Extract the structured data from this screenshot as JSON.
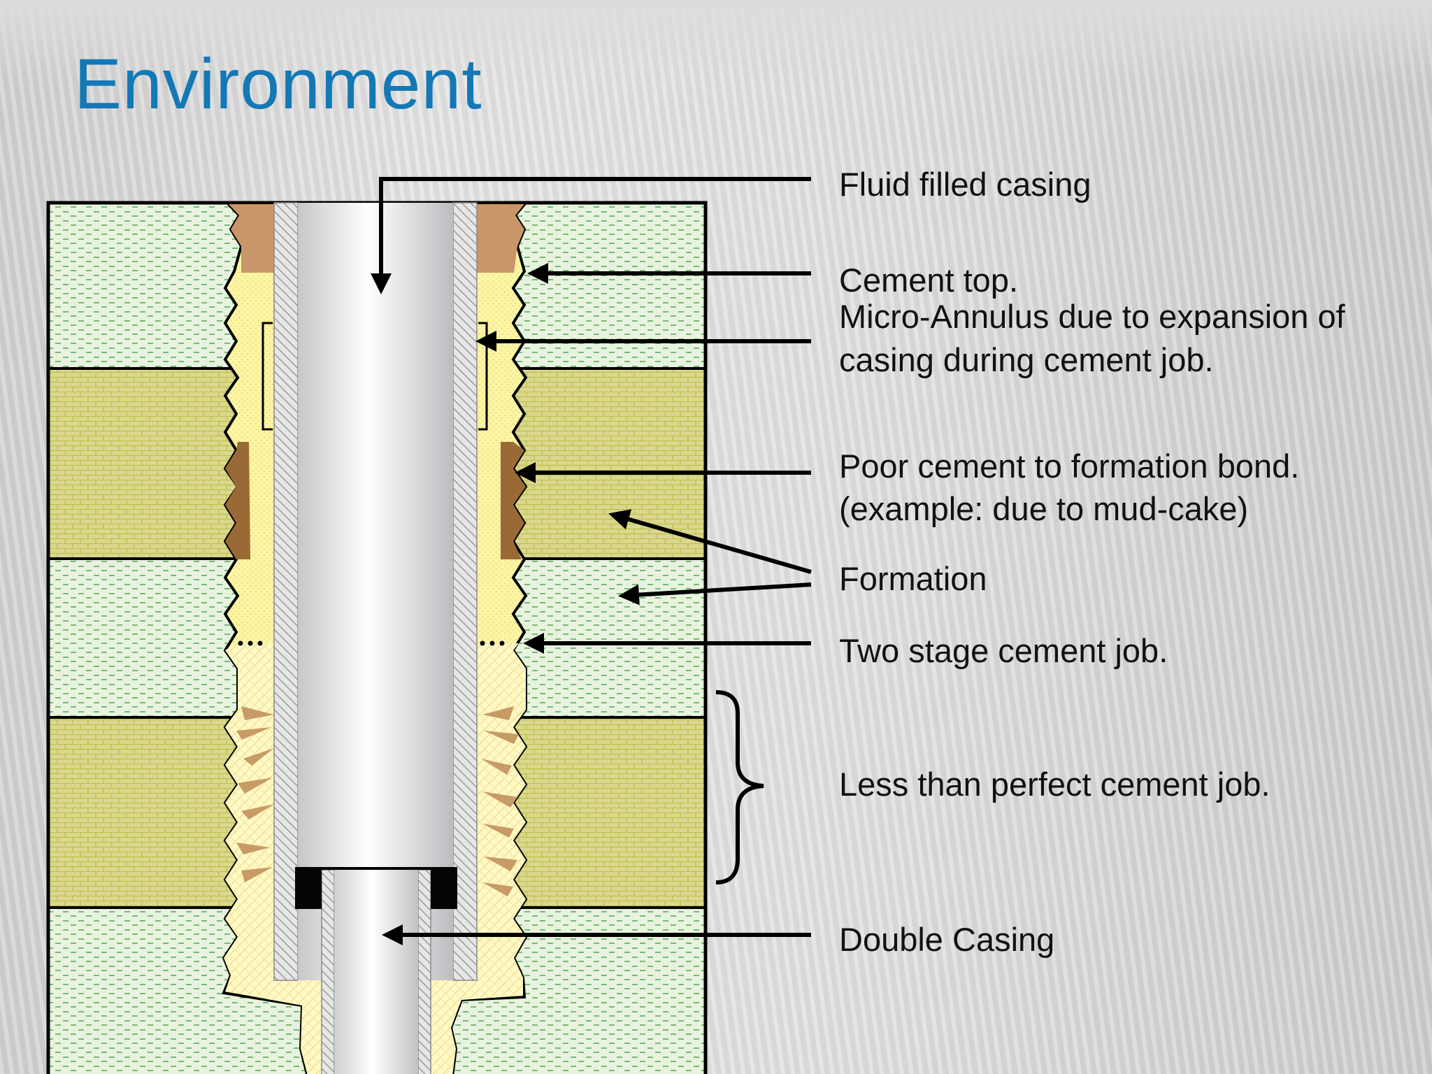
{
  "title": "Environment",
  "labels": {
    "fluid_filled_casing": "Fluid filled casing",
    "cement_top": "Cement top.",
    "micro_annulus_line1": "Micro-Annulus due to expansion of",
    "micro_annulus_line2": "casing during cement job.",
    "poor_bond_line1": "Poor cement to formation bond.",
    "poor_bond_line2": "(example: due to mud-cake)",
    "formation": "Formation",
    "two_stage": "Two stage cement job.",
    "less_than_perfect": "Less than perfect cement job.",
    "double_casing": "Double Casing"
  },
  "colors": {
    "title": "#1378b5",
    "shale_fill": "#e6f2dc",
    "sand_fill": "#d9d38f",
    "cement_top_fill": "#c9966a",
    "cement_fill": "#fcf6a8",
    "cement_lower_fill": "#fff9c4",
    "mud_cake": "#9a6a36"
  }
}
